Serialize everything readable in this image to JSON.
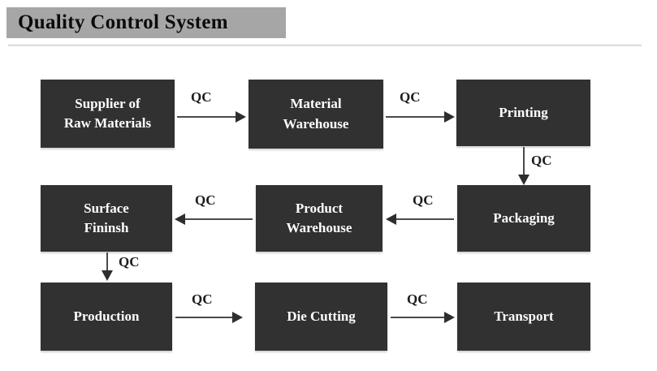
{
  "slide": {
    "title": "Quality Control System",
    "background_color": "#ffffff",
    "title_band_color": "#a6a6a6",
    "title_text_color": "#0b0b0b",
    "rule_color": "#c9ccd1"
  },
  "style": {
    "node_fill": "#313131",
    "node_text_color": "#ffffff",
    "arrow_color": "#4a4a4a",
    "arrow_head_color": "#2e2e2e",
    "qc_text_color": "#1d1d1d"
  },
  "nodes": [
    {
      "id": "supplier",
      "label": "Supplier of\nRaw Materials",
      "row": 1,
      "col": 1
    },
    {
      "id": "material-warehouse",
      "label": "Material\nWarehouse",
      "row": 1,
      "col": 2
    },
    {
      "id": "printing",
      "label": "Printing",
      "row": 1,
      "col": 3
    },
    {
      "id": "surface-fininsh",
      "label": "Surface\nFininsh",
      "row": 2,
      "col": 1
    },
    {
      "id": "product-warehouse",
      "label": "Product\nWarehouse",
      "row": 2,
      "col": 2
    },
    {
      "id": "packaging",
      "label": "Packaging",
      "row": 2,
      "col": 3
    },
    {
      "id": "production",
      "label": "Production",
      "row": 3,
      "col": 1
    },
    {
      "id": "die-cutting",
      "label": "Die Cutting",
      "row": 3,
      "col": 2
    },
    {
      "id": "transport",
      "label": "Transport",
      "row": 3,
      "col": 3
    }
  ],
  "connectors": [
    {
      "id": "supplier-to-material",
      "from": "supplier",
      "to": "material-warehouse",
      "direction": "right",
      "label": "QC"
    },
    {
      "id": "material-to-printing",
      "from": "material-warehouse",
      "to": "printing",
      "direction": "right",
      "label": "QC"
    },
    {
      "id": "printing-to-packaging",
      "from": "printing",
      "to": "packaging",
      "direction": "down",
      "label": "QC"
    },
    {
      "id": "packaging-to-product",
      "from": "packaging",
      "to": "product-warehouse",
      "direction": "left",
      "label": "QC"
    },
    {
      "id": "product-to-surface",
      "from": "product-warehouse",
      "to": "surface-fininsh",
      "direction": "left",
      "label": "QC"
    },
    {
      "id": "surface-to-production",
      "from": "surface-fininsh",
      "to": "production",
      "direction": "down",
      "label": "QC"
    },
    {
      "id": "production-to-die-cutting",
      "from": "production",
      "to": "die-cutting",
      "direction": "right",
      "label": "QC"
    },
    {
      "id": "die-cutting-to-transport",
      "from": "die-cutting",
      "to": "transport",
      "direction": "right",
      "label": "QC"
    }
  ]
}
